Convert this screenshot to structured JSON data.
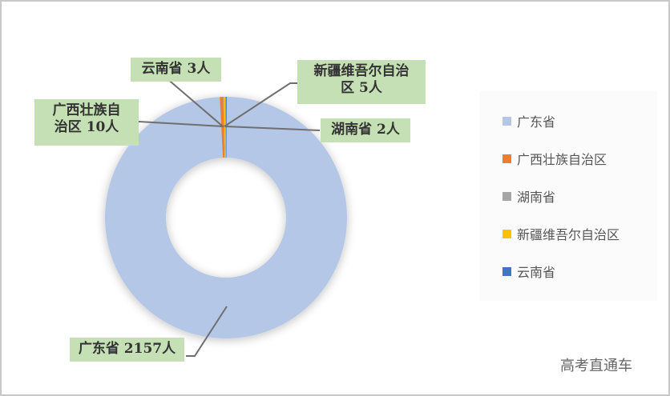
{
  "chart_data": {
    "type": "pie",
    "subtype": "doughnut",
    "title": "",
    "categories": [
      "广东省",
      "广西壮族自治区",
      "湖南省",
      "新疆维吾尔自治区",
      "云南省"
    ],
    "values": [
      2157,
      10,
      2,
      5,
      3
    ],
    "unit": "人",
    "colors": [
      "#b4c7e7",
      "#ed7d31",
      "#a5a5a5",
      "#ffc000",
      "#4472c4"
    ],
    "data_labels": [
      "广东省 2157人",
      "广西壮族自治区 10人",
      "湖南省 2人",
      "新疆维吾尔自治区 5人",
      "云南省 3人"
    ],
    "legend_position": "right"
  },
  "labels": {
    "guangdong": "广东省 2157人",
    "guangxi_line1": "广西壮族自",
    "guangxi_line2": "治区 10人",
    "hunan": "湖南省 2人",
    "xinjiang_line1": "新疆维吾尔自治",
    "xinjiang_line2": "区 5人",
    "yunnan": "云南省 3人"
  },
  "legend": {
    "items": [
      {
        "label": "广东省",
        "color": "#b4c7e7"
      },
      {
        "label": "广西壮族自治区",
        "color": "#ed7d31"
      },
      {
        "label": "湖南省",
        "color": "#a5a5a5"
      },
      {
        "label": "新疆维吾尔自治区",
        "color": "#ffc000"
      },
      {
        "label": "云南省",
        "color": "#4472c4"
      }
    ]
  },
  "watermark": "高考直通车"
}
